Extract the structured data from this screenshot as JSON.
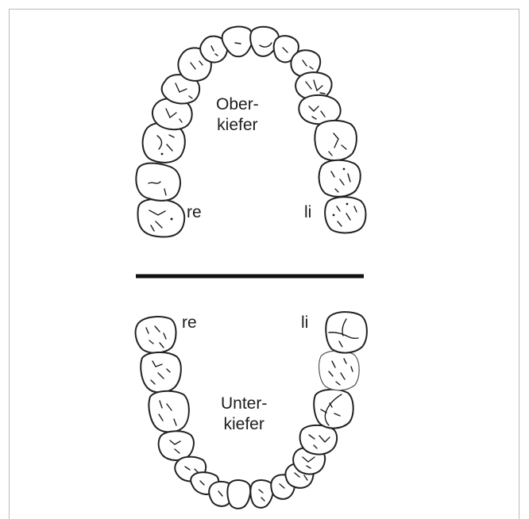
{
  "upper_jaw": {
    "label_line1": "Ober-",
    "label_line2": "kiefer",
    "right_label": "re",
    "left_label": "li"
  },
  "lower_jaw": {
    "label_line1": "Unter-",
    "label_line2": "kiefer",
    "right_label": "re",
    "left_label": "li"
  },
  "colors": {
    "outline": "#222222",
    "divider": "#111111",
    "frame": "#b9b9b9",
    "text": "#1d1d1d"
  }
}
